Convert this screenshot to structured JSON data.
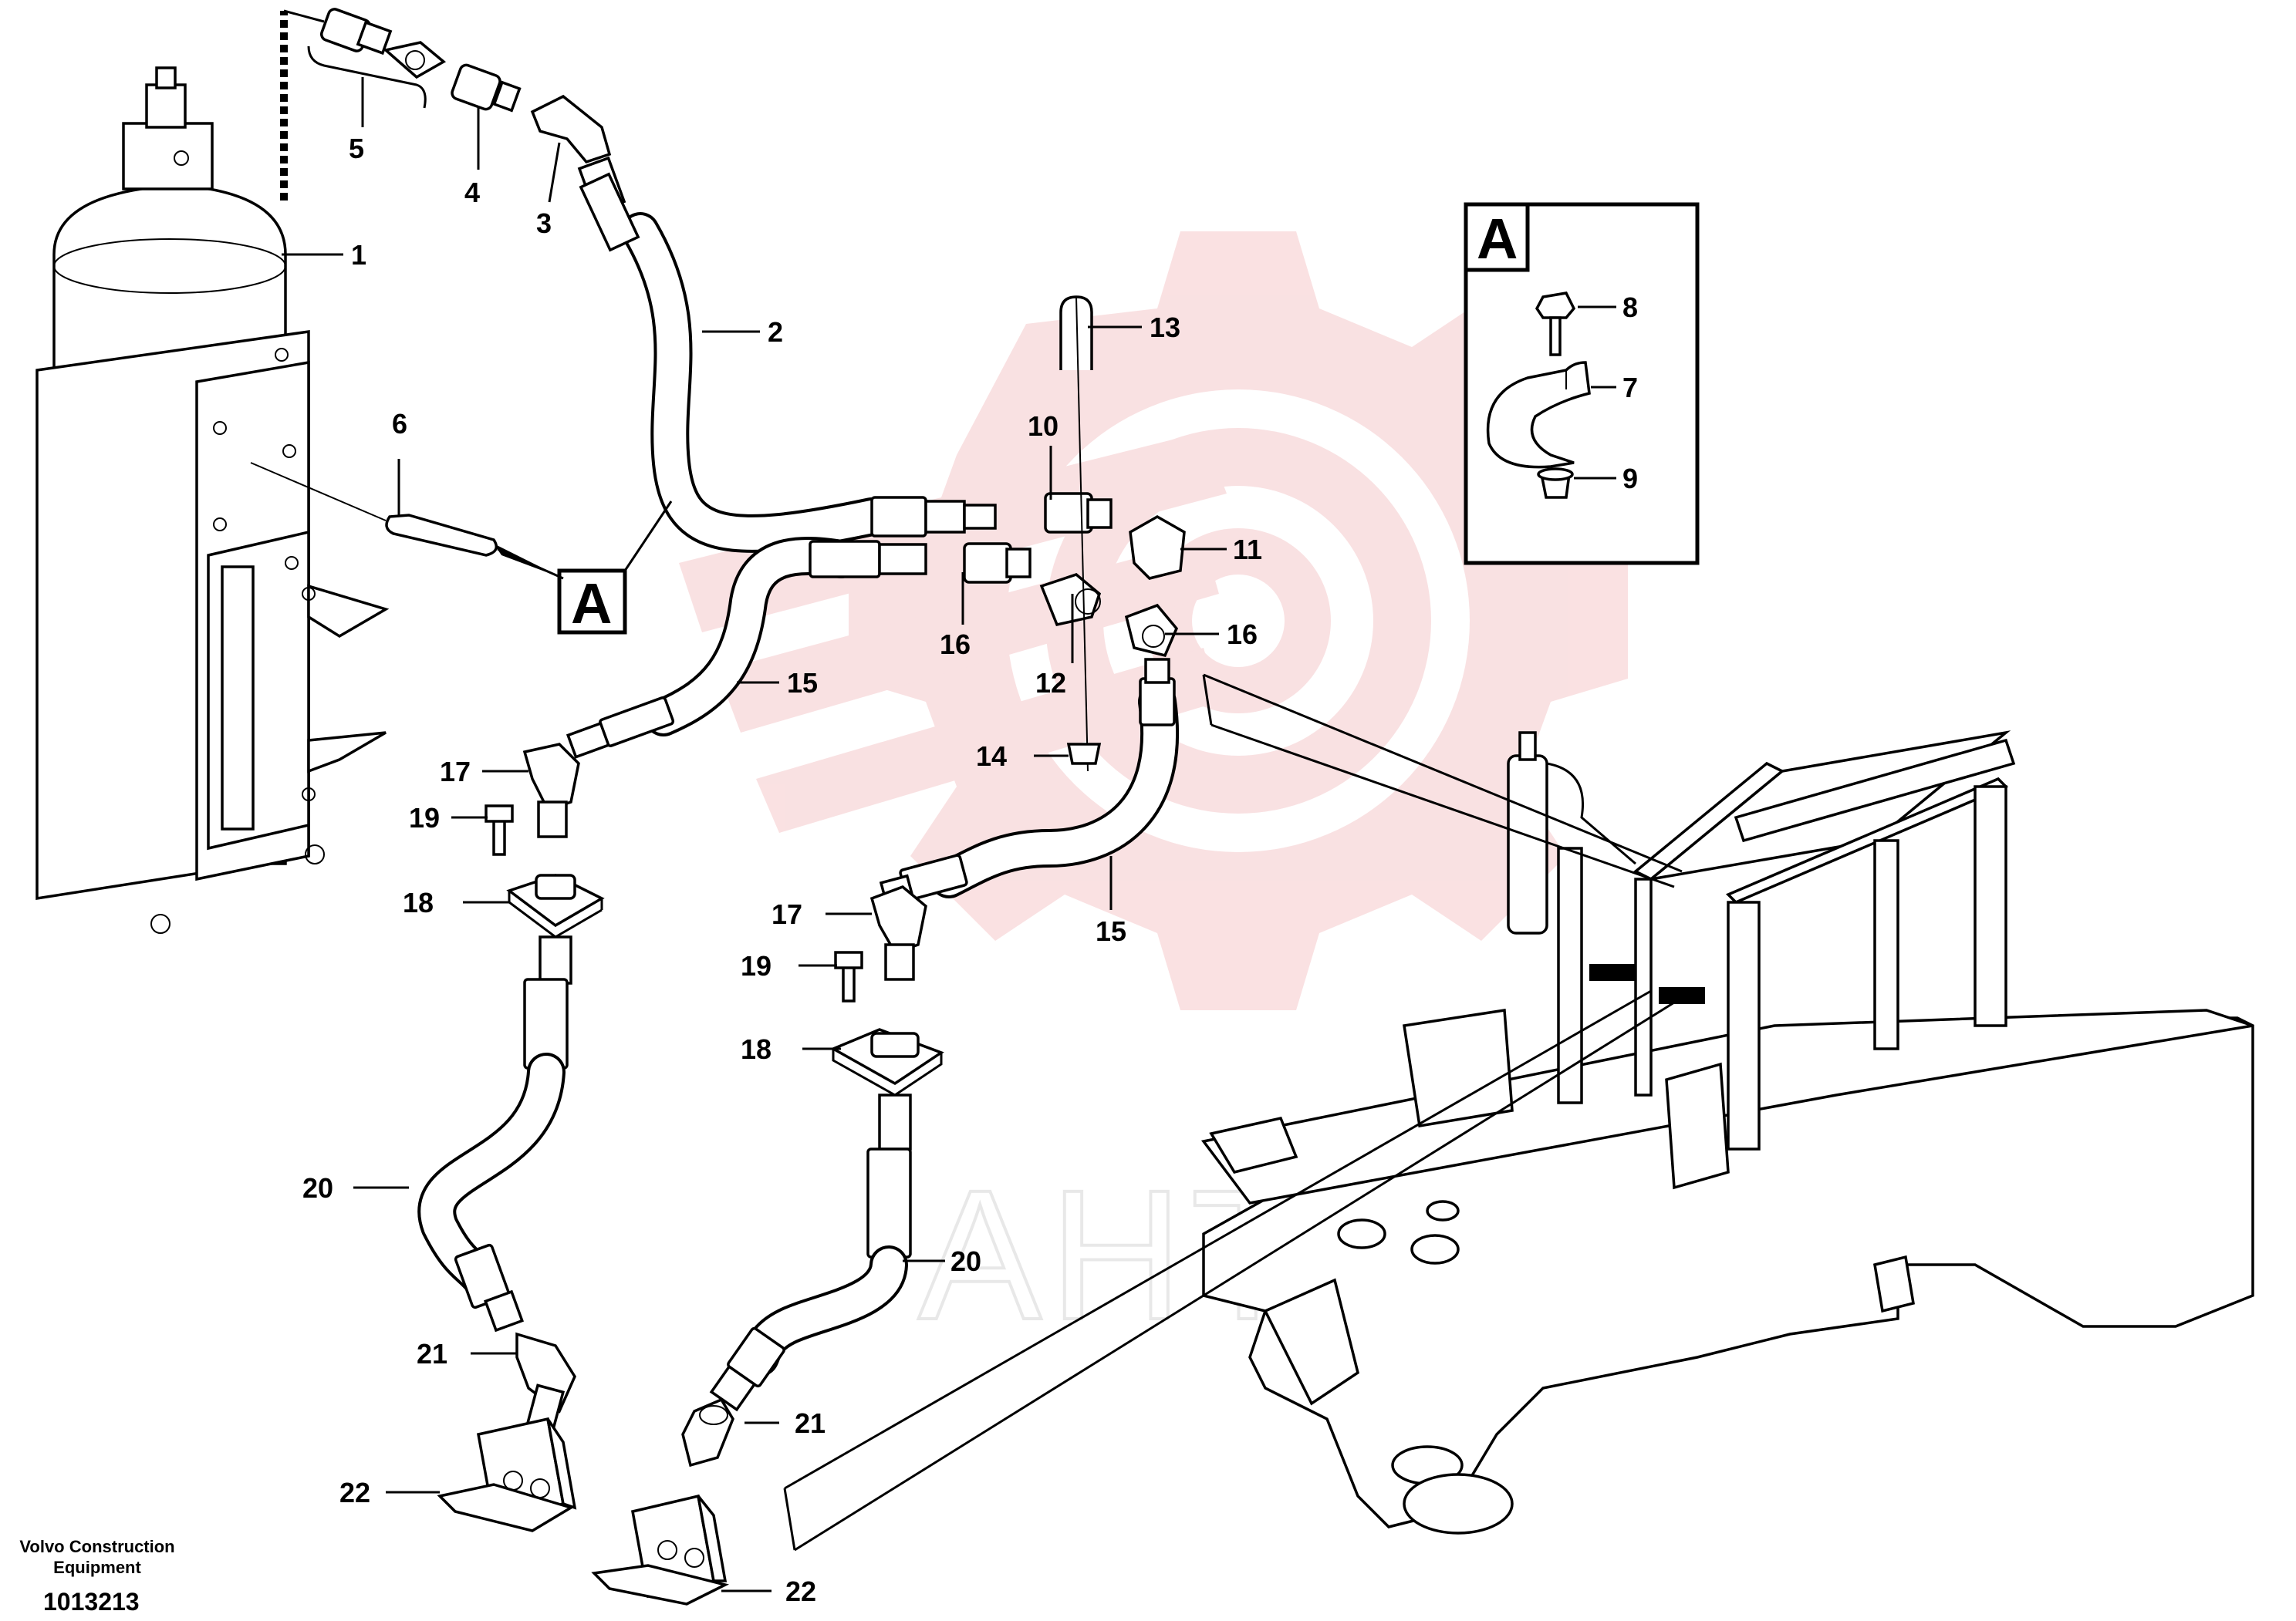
{
  "footer": {
    "caption_line1": "Volvo Construction",
    "caption_line2": "Equipment",
    "drawing_number": "1013213"
  },
  "detail_view": {
    "label": "A"
  },
  "detail_reference": {
    "label": "A"
  },
  "callouts": {
    "c1": "1",
    "c2": "2",
    "c3": "3",
    "c4": "4",
    "c5": "5",
    "c6": "6",
    "c7": "7",
    "c8": "8",
    "c9": "9",
    "c10": "10",
    "c11": "11",
    "c12": "12",
    "c13": "13",
    "c14": "14",
    "c15a": "15",
    "c15b": "15",
    "c16a": "16",
    "c16b": "16",
    "c17a": "17",
    "c17b": "17",
    "c18a": "18",
    "c18b": "18",
    "c19a": "19",
    "c19b": "19",
    "c20a": "20",
    "c20b": "20",
    "c21a": "21",
    "c21b": "21",
    "c22a": "22",
    "c22b": "22"
  },
  "watermark_text": "AHTEX",
  "colors": {
    "watermark": "#f5c9cb",
    "ink": "#000000"
  }
}
